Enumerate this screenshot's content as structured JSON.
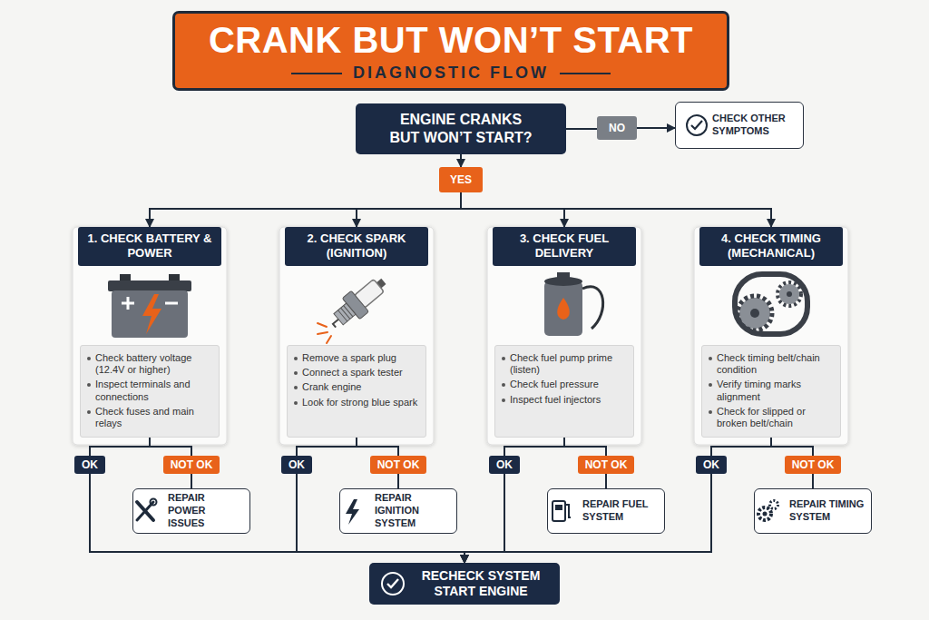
{
  "diagram": {
    "title": "CRANK BUT WON’T START",
    "nodes": [
      {
        "text": [
          "DIAGNOSTIC FLOW"
        ]
      },
      {
        "text": [
          "ENGINE CRANKS BUT WON’T START?"
        ]
      },
      {
        "text": [
          "NO"
        ]
      },
      {
        "text": [
          "CHECK OTHER SYMPTOMS"
        ]
      },
      {
        "text": [
          "YES"
        ]
      },
      {
        "text": [
          "1. CHECK BATTERY & POWER"
        ]
      },
      {
        "text": [
          "Check battery voltage (12.4V or higher)",
          "Inspect terminals and connections",
          "Check fuses and main relays"
        ],
        "in": 5
      },
      {
        "text": [
          "OK"
        ]
      },
      {
        "text": [
          "NOT OK"
        ]
      },
      {
        "text": [
          "REPAIR POWER ISSUES"
        ]
      },
      {
        "text": [
          "2. CHECK SPARK (IGNITION)"
        ]
      },
      {
        "text": [
          "Remove a spark plug",
          "Connect a spark tester",
          "Crank engine",
          "Look for strong blue spark"
        ],
        "in": 10
      },
      {
        "text": [
          "OK"
        ]
      },
      {
        "text": [
          "NOT OK"
        ]
      },
      {
        "text": [
          "REPAIR IGNITION SYSTEM"
        ]
      },
      {
        "text": [
          "3. CHECK FUEL DELIVERY"
        ]
      },
      {
        "text": [
          "Check fuel pump prime (listen)",
          "Check fuel pressure",
          "Inspect fuel injectors"
        ],
        "in": 15
      },
      {
        "text": [
          "OK"
        ]
      },
      {
        "text": [
          "NOT OK"
        ]
      },
      {
        "text": [
          "REPAIR FUEL SYSTEM"
        ]
      },
      {
        "text": [
          "4. CHECK TIMING (MECHANICAL)"
        ]
      },
      {
        "text": [
          "Check timing belt/chain condition",
          "Verify timing marks alignment",
          "Check for slipped or broken belt/chain"
        ],
        "in": 20
      },
      {
        "text": [
          "OK"
        ]
      },
      {
        "text": [
          "NOT OK"
        ]
      },
      {
        "text": [
          "REPAIR TIMING SYSTEM"
        ]
      },
      {
        "text": [
          "RECHECK SYSTEM START ENGINE"
        ]
      }
    ],
    "edges": [
      {
        "from": 1,
        "to": 2,
        "arrow": "none"
      },
      {
        "from": 2,
        "to": 3,
        "arrow": "to"
      },
      {
        "from": 1,
        "to": 4,
        "arrow": "to"
      },
      {
        "from": 4,
        "to": 5,
        "arrow": "to"
      },
      {
        "from": 4,
        "to": 10,
        "arrow": "to"
      },
      {
        "from": 4,
        "to": 15,
        "arrow": "to"
      },
      {
        "from": 4,
        "to": 20,
        "arrow": "to"
      },
      {
        "from": 6,
        "to": 7,
        "arrow": "none"
      },
      {
        "from": 6,
        "to": 8,
        "arrow": "none"
      },
      {
        "from": 8,
        "to": 9,
        "arrow": "none"
      },
      {
        "from": 7,
        "to": 25,
        "arrow": "to"
      },
      {
        "from": 11,
        "to": 12,
        "arrow": "none"
      },
      {
        "from": 11,
        "to": 13,
        "arrow": "none"
      },
      {
        "from": 13,
        "to": 14,
        "arrow": "none"
      },
      {
        "from": 12,
        "to": 25,
        "arrow": "to"
      },
      {
        "from": 16,
        "to": 17,
        "arrow": "none"
      },
      {
        "from": 16,
        "to": 18,
        "arrow": "none"
      },
      {
        "from": 18,
        "to": 19,
        "arrow": "none"
      },
      {
        "from": 17,
        "to": 25,
        "arrow": "to"
      },
      {
        "from": 21,
        "to": 22,
        "arrow": "none"
      },
      {
        "from": 21,
        "to": 23,
        "arrow": "none"
      },
      {
        "from": 23,
        "to": 24,
        "arrow": "none"
      },
      {
        "from": 22,
        "to": 25,
        "arrow": "to"
      }
    ]
  }
}
